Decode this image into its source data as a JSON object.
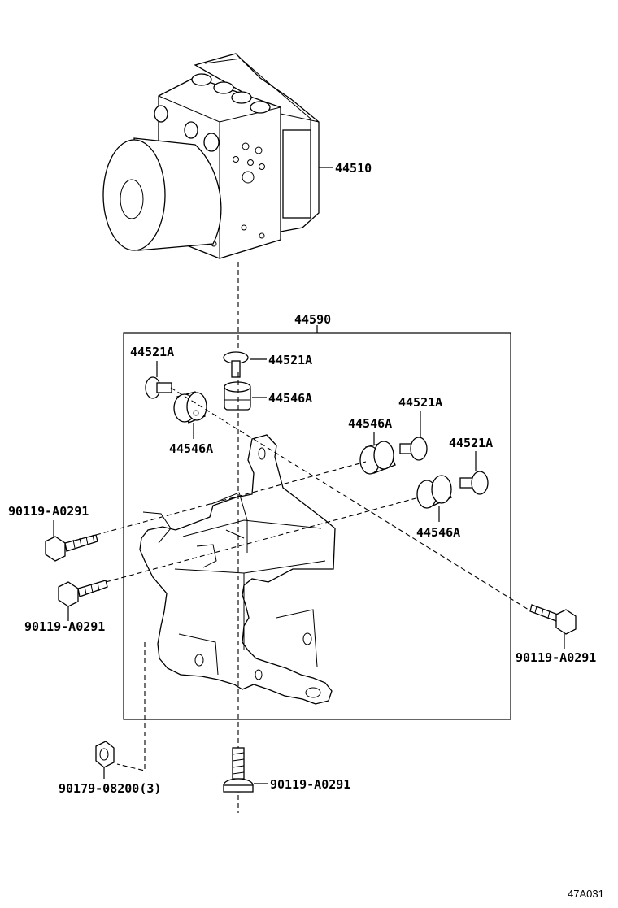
{
  "diagram": {
    "drawing_code": "47A031",
    "labels": {
      "actuator": "44510",
      "bracket": "44590",
      "bolt_top": "44521A",
      "bolt_left": "44521A",
      "cushion_top": "44546A",
      "cushion_left": "44546A",
      "cushion_mid": "44546A",
      "bolt_mid": "44521A",
      "bolt_right": "44521A",
      "cushion_right": "44546A",
      "bolt_left_upper": "90119-A0291",
      "bolt_left_lower": "90119-A0291",
      "bolt_right_lower": "90119-A0291",
      "bolt_bottom": "90119-A0291",
      "nut_bottom": "90179-08200(3)"
    }
  }
}
